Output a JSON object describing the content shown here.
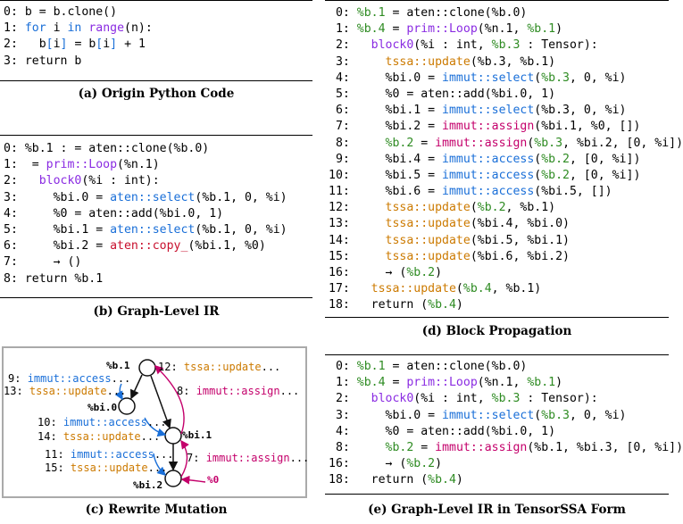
{
  "panels": {
    "a": {
      "caption": "(a) Origin Python Code",
      "lines": [
        [
          {
            "t": "0: b = b.clone()"
          }
        ],
        [
          {
            "t": "1: "
          },
          {
            "t": "for",
            "c": "blue"
          },
          {
            "t": " i "
          },
          {
            "t": "in",
            "c": "blue"
          },
          {
            "t": " "
          },
          {
            "t": "range",
            "c": "kw"
          },
          {
            "t": "(n):"
          }
        ],
        [
          {
            "t": "2:   b"
          },
          {
            "t": "[",
            "c": "blue"
          },
          {
            "t": "i"
          },
          {
            "t": "]",
            "c": "blue"
          },
          {
            "t": " = b"
          },
          {
            "t": "[",
            "c": "blue"
          },
          {
            "t": "i"
          },
          {
            "t": "]",
            "c": "blue"
          },
          {
            "t": " + 1"
          }
        ],
        [
          {
            "t": "3: return b"
          }
        ]
      ]
    },
    "b": {
      "caption": "(b) Graph-Level IR",
      "lines": [
        [
          {
            "t": "0: %b.1 : = aten::clone(%b.0)"
          }
        ],
        [
          {
            "t": "1:  = "
          },
          {
            "t": "prim::Loop",
            "c": "kw"
          },
          {
            "t": "(%n.1)"
          }
        ],
        [
          {
            "t": "2:   "
          },
          {
            "t": "block0",
            "c": "kw"
          },
          {
            "t": "(%i : int):"
          }
        ],
        [
          {
            "t": "3:     %bi.0 = "
          },
          {
            "t": "aten::select",
            "c": "blue"
          },
          {
            "t": "(%b.1, 0, %i)"
          }
        ],
        [
          {
            "t": "4:     %0 = aten::add(%bi.0, 1)"
          }
        ],
        [
          {
            "t": "5:     %bi.1 = "
          },
          {
            "t": "aten::select",
            "c": "blue"
          },
          {
            "t": "(%b.1, 0, %i)"
          }
        ],
        [
          {
            "t": "6:     %bi.2 = "
          },
          {
            "t": "aten::copy_",
            "c": "red"
          },
          {
            "t": "(%bi.1, %0)"
          }
        ],
        [
          {
            "t": "7:     → ()"
          }
        ],
        [
          {
            "t": "8: return %b.1"
          }
        ]
      ]
    },
    "c": {
      "caption": "(c) Rewrite Mutation",
      "nodes": {
        "b1": "%b.1",
        "bi0": "%bi.0",
        "bi1": "%bi.1",
        "bi2": "%bi.2",
        "zero": "%0"
      },
      "labels": {
        "l9": [
          {
            "t": "9: "
          },
          {
            "t": "immut::access",
            "c": "blue"
          },
          {
            "t": "..."
          }
        ],
        "l13": [
          {
            "t": "13: "
          },
          {
            "t": "tssa::update",
            "c": "orange"
          },
          {
            "t": "..."
          }
        ],
        "l12": [
          {
            "t": "12: "
          },
          {
            "t": "tssa::update",
            "c": "orange"
          },
          {
            "t": "..."
          }
        ],
        "l8": [
          {
            "t": "8: "
          },
          {
            "t": "immut::assign",
            "c": "magenta"
          },
          {
            "t": "..."
          }
        ],
        "l10": [
          {
            "t": "10: "
          },
          {
            "t": "immut::access",
            "c": "blue"
          },
          {
            "t": "..."
          }
        ],
        "l14": [
          {
            "t": "14: "
          },
          {
            "t": "tssa::update",
            "c": "orange"
          },
          {
            "t": "..."
          }
        ],
        "l11": [
          {
            "t": "11: "
          },
          {
            "t": "immut::access",
            "c": "blue"
          },
          {
            "t": "..."
          }
        ],
        "l15": [
          {
            "t": "15: "
          },
          {
            "t": "tssa::update",
            "c": "orange"
          },
          {
            "t": "..."
          }
        ],
        "l7": [
          {
            "t": "7: "
          },
          {
            "t": "immut::assign",
            "c": "magenta"
          },
          {
            "t": "..."
          }
        ]
      }
    },
    "d": {
      "caption": "(d) Block Propagation",
      "lines": [
        [
          {
            "t": " 0: "
          },
          {
            "t": "%b.1",
            "c": "green"
          },
          {
            "t": " = aten::clone(%b.0)"
          }
        ],
        [
          {
            "t": " 1: "
          },
          {
            "t": "%b.4",
            "c": "green"
          },
          {
            "t": " = "
          },
          {
            "t": "prim::Loop",
            "c": "kw"
          },
          {
            "t": "(%n.1, "
          },
          {
            "t": "%b.1",
            "c": "green"
          },
          {
            "t": ")"
          }
        ],
        [
          {
            "t": " 2:   "
          },
          {
            "t": "block0",
            "c": "kw"
          },
          {
            "t": "(%i : int, "
          },
          {
            "t": "%b.3",
            "c": "green"
          },
          {
            "t": " : Tensor):"
          }
        ],
        [
          {
            "t": " 3:     "
          },
          {
            "t": "tssa::update",
            "c": "orange"
          },
          {
            "t": "(%b.3, %b.1)"
          }
        ],
        [
          {
            "t": " 4:     %bi.0 = "
          },
          {
            "t": "immut::select",
            "c": "blue"
          },
          {
            "t": "("
          },
          {
            "t": "%b.3",
            "c": "green"
          },
          {
            "t": ", 0, %i)"
          }
        ],
        [
          {
            "t": " 5:     %0 = aten::add(%bi.0, 1)"
          }
        ],
        [
          {
            "t": " 6:     %bi.1 = "
          },
          {
            "t": "immut::select",
            "c": "blue"
          },
          {
            "t": "(%b.3, 0, %i)"
          }
        ],
        [
          {
            "t": " 7:     %bi.2 = "
          },
          {
            "t": "immut::assign",
            "c": "magenta"
          },
          {
            "t": "(%bi.1, %0, [])"
          }
        ],
        [
          {
            "t": " 8:     "
          },
          {
            "t": "%b.2",
            "c": "green"
          },
          {
            "t": " = "
          },
          {
            "t": "immut::assign",
            "c": "magenta"
          },
          {
            "t": "("
          },
          {
            "t": "%b.3",
            "c": "green"
          },
          {
            "t": ", %bi.2, [0, %i])"
          }
        ],
        [
          {
            "t": " 9:     %bi.4 = "
          },
          {
            "t": "immut::access",
            "c": "blue"
          },
          {
            "t": "("
          },
          {
            "t": "%b.2",
            "c": "green"
          },
          {
            "t": ", [0, %i])"
          }
        ],
        [
          {
            "t": "10:     %bi.5 = "
          },
          {
            "t": "immut::access",
            "c": "blue"
          },
          {
            "t": "("
          },
          {
            "t": "%b.2",
            "c": "green"
          },
          {
            "t": ", [0, %i])"
          }
        ],
        [
          {
            "t": "11:     %bi.6 = "
          },
          {
            "t": "immut::access",
            "c": "blue"
          },
          {
            "t": "(%bi.5, [])"
          }
        ],
        [
          {
            "t": "12:     "
          },
          {
            "t": "tssa::update",
            "c": "orange"
          },
          {
            "t": "("
          },
          {
            "t": "%b.2",
            "c": "green"
          },
          {
            "t": ", %b.1)"
          }
        ],
        [
          {
            "t": "13:     "
          },
          {
            "t": "tssa::update",
            "c": "orange"
          },
          {
            "t": "(%bi.4, %bi.0)"
          }
        ],
        [
          {
            "t": "14:     "
          },
          {
            "t": "tssa::update",
            "c": "orange"
          },
          {
            "t": "(%bi.5, %bi.1)"
          }
        ],
        [
          {
            "t": "15:     "
          },
          {
            "t": "tssa::update",
            "c": "orange"
          },
          {
            "t": "(%bi.6, %bi.2)"
          }
        ],
        [
          {
            "t": "16:     → ("
          },
          {
            "t": "%b.2",
            "c": "green"
          },
          {
            "t": ")"
          }
        ],
        [
          {
            "t": "17:   "
          },
          {
            "t": "tssa::update",
            "c": "orange"
          },
          {
            "t": "("
          },
          {
            "t": "%b.4",
            "c": "green"
          },
          {
            "t": ", %b.1)"
          }
        ],
        [
          {
            "t": "18:   return ("
          },
          {
            "t": "%b.4",
            "c": "green"
          },
          {
            "t": ")"
          }
        ]
      ]
    },
    "e": {
      "caption": "(e) Graph-Level IR in TensorSSA Form",
      "lines": [
        [
          {
            "t": " 0: "
          },
          {
            "t": "%b.1",
            "c": "green"
          },
          {
            "t": " = aten::clone(%b.0)"
          }
        ],
        [
          {
            "t": " 1: "
          },
          {
            "t": "%b.4",
            "c": "green"
          },
          {
            "t": " = "
          },
          {
            "t": "prim::Loop",
            "c": "kw"
          },
          {
            "t": "(%n.1, "
          },
          {
            "t": "%b.1",
            "c": "green"
          },
          {
            "t": ")"
          }
        ],
        [
          {
            "t": " 2:   "
          },
          {
            "t": "block0",
            "c": "kw"
          },
          {
            "t": "(%i : int, "
          },
          {
            "t": "%b.3",
            "c": "green"
          },
          {
            "t": " : Tensor):"
          }
        ],
        [
          {
            "t": " 3:     %bi.0 = "
          },
          {
            "t": "immut::select",
            "c": "blue"
          },
          {
            "t": "("
          },
          {
            "t": "%b.3",
            "c": "green"
          },
          {
            "t": ", 0, %i)"
          }
        ],
        [
          {
            "t": " 4:     %0 = aten::add(%bi.0, 1)"
          }
        ],
        [
          {
            "t": " 8:     "
          },
          {
            "t": "%b.2",
            "c": "green"
          },
          {
            "t": " = "
          },
          {
            "t": "immut::assign",
            "c": "magenta"
          },
          {
            "t": "(%b.1, %bi.3, [0, %i])"
          }
        ],
        [
          {
            "t": "16:     → ("
          },
          {
            "t": "%b.2",
            "c": "green"
          },
          {
            "t": ")"
          }
        ],
        [
          {
            "t": "18:   return ("
          },
          {
            "t": "%b.4",
            "c": "green"
          },
          {
            "t": ")"
          }
        ]
      ]
    }
  }
}
